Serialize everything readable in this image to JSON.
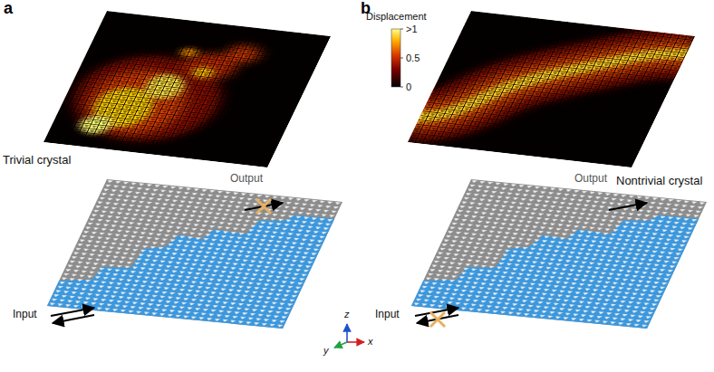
{
  "diagram": {
    "labels": [
      "a",
      "Displacement",
      ">1",
      "0.5",
      "0",
      "b",
      "Trivial crystal",
      "Nontrivial crystal",
      "Output",
      "Input",
      "Output",
      "Input",
      "z",
      "y",
      "x"
    ]
  }
}
